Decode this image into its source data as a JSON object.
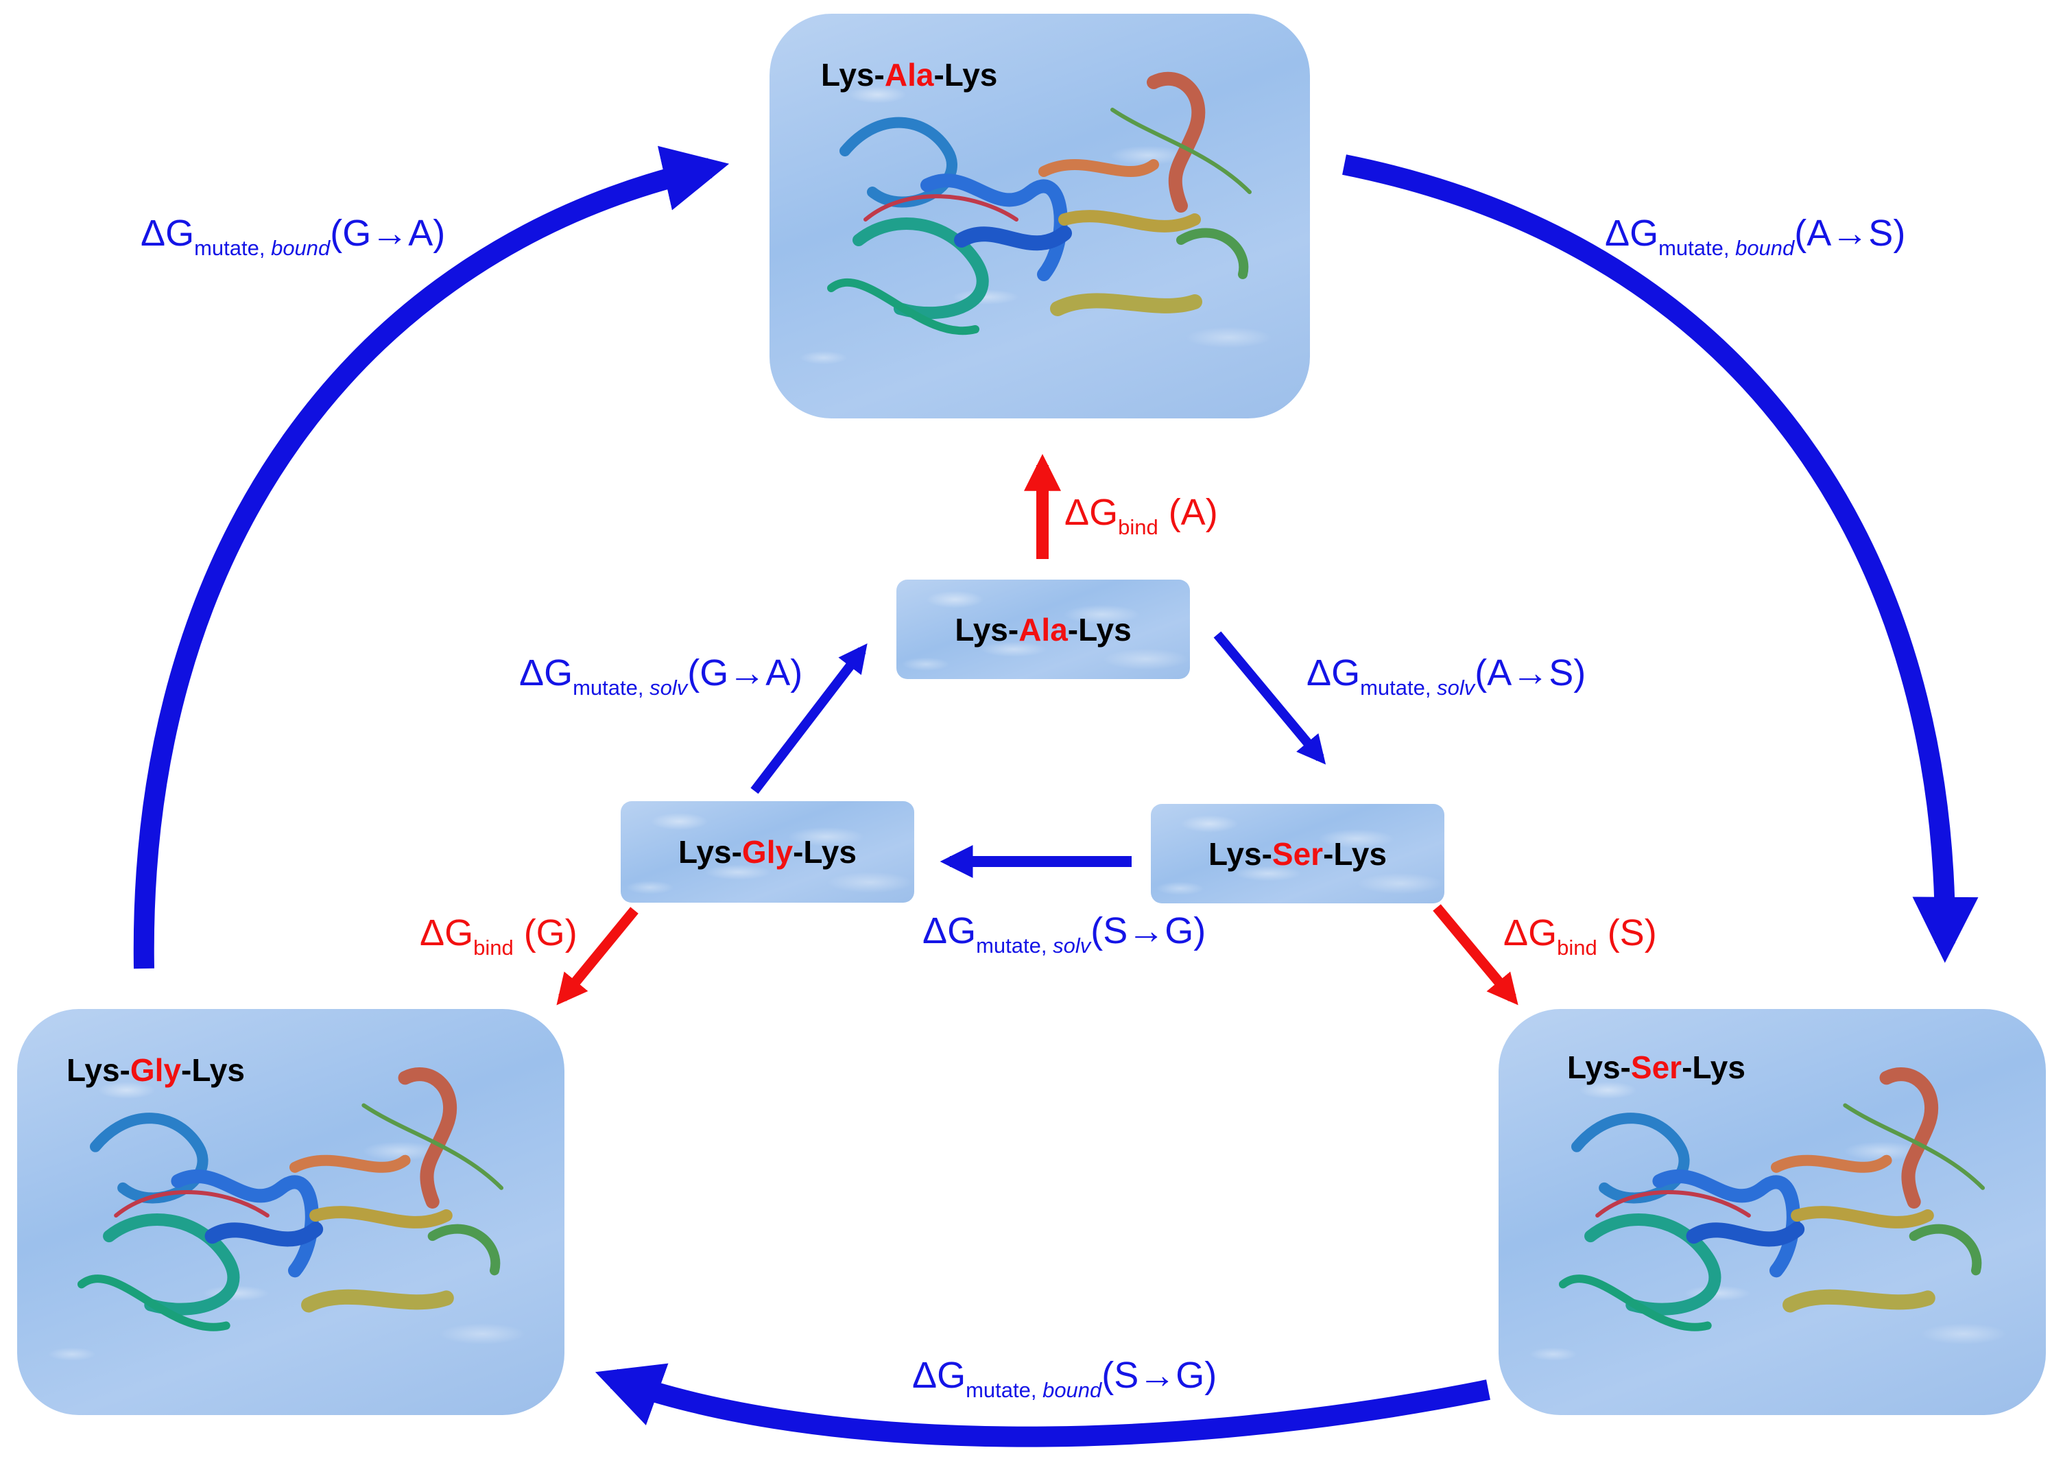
{
  "colors": {
    "blue_arrow": "#1010e0",
    "red_arrow": "#f21010",
    "label_blue": "#1414e6",
    "label_red": "#f21010"
  },
  "bound_states": {
    "ala": {
      "prefix": "Lys-",
      "residue": "Ala",
      "suffix": "-Lys"
    },
    "gly": {
      "prefix": "Lys-",
      "residue": "Gly",
      "suffix": "-Lys"
    },
    "ser": {
      "prefix": "Lys-",
      "residue": "Ser",
      "suffix": "-Lys"
    }
  },
  "solvated_states": {
    "ala": {
      "prefix": "Lys-",
      "residue": "Ala",
      "suffix": "-Lys"
    },
    "gly": {
      "prefix": "Lys-",
      "residue": "Gly",
      "suffix": "-Lys"
    },
    "ser": {
      "prefix": "Lys-",
      "residue": "Ser",
      "suffix": "-Lys"
    }
  },
  "energies": {
    "delta": "ΔG",
    "mutate_bound_ga": {
      "sub_a": "mutate, ",
      "sub_b": "bound",
      "rest": "(G→A)"
    },
    "mutate_bound_as": {
      "sub_a": "mutate, ",
      "sub_b": "bound",
      "rest": "(A→S)"
    },
    "mutate_bound_sg": {
      "sub_a": "mutate, ",
      "sub_b": "bound",
      "rest": "(S→G)"
    },
    "mutate_solv_ga": {
      "sub_a": "mutate, ",
      "sub_b": "solv",
      "rest": "(G→A)"
    },
    "mutate_solv_as": {
      "sub_a": "mutate, ",
      "sub_b": "solv",
      "rest": "(A→S)"
    },
    "mutate_solv_sg": {
      "sub_a": "mutate, ",
      "sub_b": "solv",
      "rest": "(S→G)"
    },
    "bind_a": {
      "sub": "bind",
      "rest": "(A)"
    },
    "bind_g": {
      "sub": "bind",
      "rest": "(G)"
    },
    "bind_s": {
      "sub": "bind",
      "rest": "(S)"
    }
  }
}
